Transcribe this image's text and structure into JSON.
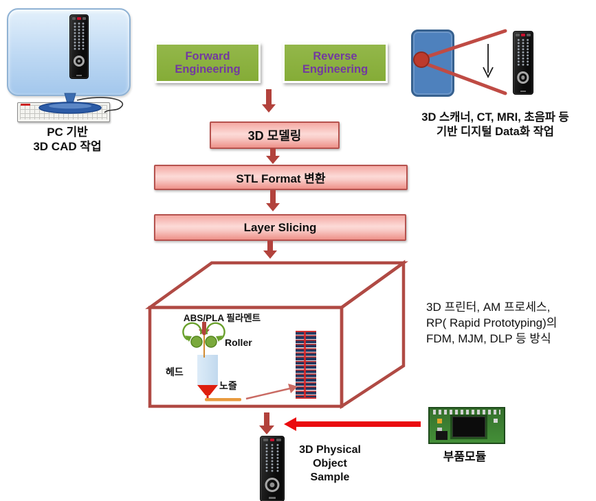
{
  "pc_station": {
    "caption": "PC 기반\n3D CAD 작업"
  },
  "engineering": {
    "forward_label": "Forward\nEngineering",
    "reverse_label": "Reverse\nEngineering"
  },
  "process": {
    "modeling_label": "3D 모델링",
    "stl_label": "STL Format 변환",
    "slicing_label": "Layer Slicing"
  },
  "scanner": {
    "caption": "3D 스캐너, CT, MRI, 초음파 등\n기반 디지털 Data화 작업"
  },
  "printer": {
    "filament_label": "ABS/PLA 필라멘트",
    "roller_label": "Roller",
    "head_label": "헤드",
    "nozzle_label": "노즐",
    "description": "3D 프린터, AM 프로세스,\nRP( Rapid Prototyping)의\nFDM, MJM, DLP 등 방식"
  },
  "output": {
    "sample_caption": "3D Physical\nObject\nSample",
    "module_label": "부품모듈"
  },
  "colors": {
    "accent_green": "#8cb141",
    "accent_purple": "#7239a0",
    "process_pink_border": "#c0504d",
    "arrow_dark_red": "#b2423c",
    "arrow_bright_red": "#ea0b0f",
    "cube_edge": "#b04a44",
    "scanner_blue": "#4e81bd",
    "monitor_blue": "#bdd8f3"
  }
}
